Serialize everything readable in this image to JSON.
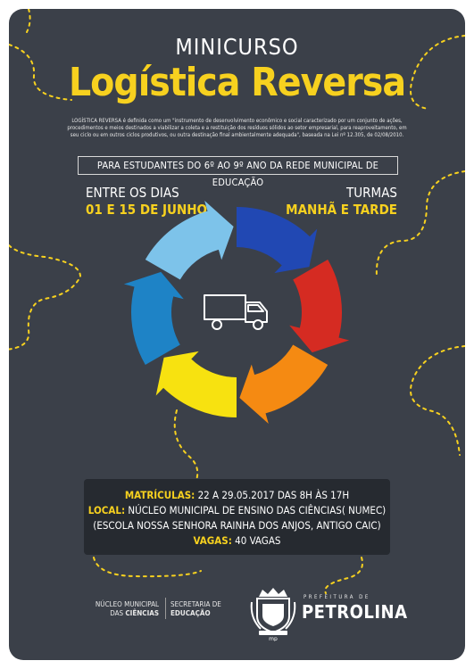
{
  "poster": {
    "kicker": "MINICURSO",
    "title": "Logística Reversa",
    "description": "LOGÍSTICA REVERSA é definida como um \"instrumento de desenvolvimento econômico e social caracterizado por um conjunto de ações, procedimentos e meios destinados a viabilizar a coleta e a restituição dos resíduos sólidos ao setor empresarial, para reaproveitamento, em seu ciclo ou em outros ciclos produtivos, ou outra destinação final ambientalmente adequada\", baseada na Lei nº 12.305, de 02/08/2010.",
    "audience": "PARA ESTUDANTES DO 6º AO 9º ANO DA REDE MUNICIPAL DE EDUCAÇÃO",
    "days_label": "ENTRE OS DIAS",
    "days_value": "01 E 15 DE JUNHO",
    "classes_label": "TURMAS",
    "classes_value": "MANHÃ E TARDE",
    "truck_icon": "truck-icon",
    "cycle_colors": [
      "#d52b22",
      "#f58a12",
      "#f7e210",
      "#1e83c6",
      "#7dc3ea",
      "#2148b3"
    ]
  },
  "info": {
    "enroll_label": "MATRÍCULAS:",
    "enroll_value": " 22 A 29.05.2017 DAS 8H ÀS 17H",
    "place_label": "LOCAL:",
    "place_value": " NÚCLEO MUNICIPAL DE ENSINO DAS CIÊNCIAS( NUMEC)",
    "place_detail": "(ESCOLA NOSSA SENHORA RAINHA DOS ANJOS, ANTIGO CAIC)",
    "slots_label": "VAGAS:",
    "slots_value": " 40 VAGAS"
  },
  "footer": {
    "nucleo_line1": "NÚCLEO MUNICIPAL",
    "nucleo_line2a": "DAS ",
    "nucleo_line2b": "CIÊNCIAS",
    "sec_line1": "SECRETARIA DE",
    "sec_line2": "EDUCAÇÃO",
    "seal_icon": "city-seal-icon",
    "seal_text": "mp",
    "prefeitura": "PREFEITURA DE",
    "city": "PETROLINA"
  },
  "colors": {
    "background": "#3b4049",
    "accent": "#f7d11f",
    "panel": "#262a30"
  }
}
